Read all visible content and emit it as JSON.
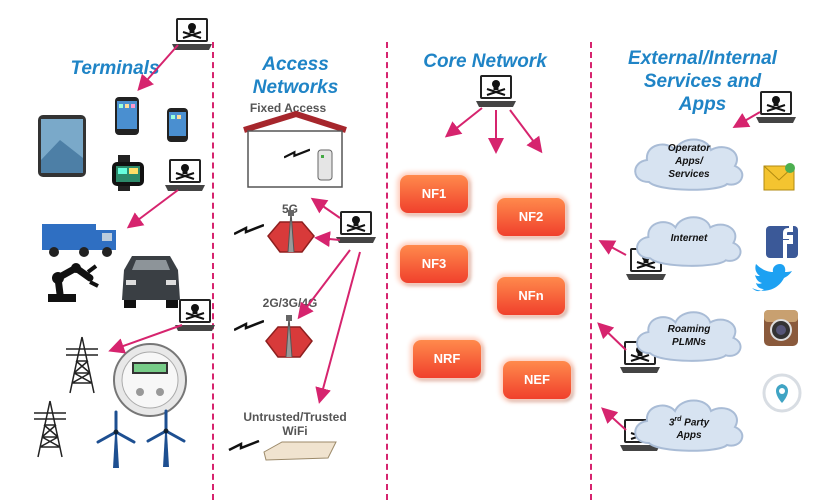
{
  "columns": {
    "terminals": "Terminals",
    "access_1": "Access",
    "access_2": "Networks",
    "core": "Core Network",
    "services_1": "External/Internal",
    "services_2": "Services and",
    "services_3": "Apps"
  },
  "access": {
    "fixed": "Fixed Access",
    "fiveg": "5G",
    "legacy": "2G/3G/4G",
    "wifi_1": "Untrusted/Trusted",
    "wifi_2": "WiFi"
  },
  "network_functions": [
    "NF1",
    "NF2",
    "NF3",
    "NFn",
    "NRF",
    "NEF"
  ],
  "services": {
    "operator_1": "Operator",
    "operator_2": "Apps/",
    "operator_3": "Services",
    "internet": "Internet",
    "roaming_1": "Roaming",
    "roaming_2": "PLMNs",
    "third_1": "3",
    "third_sup": "rd",
    "third_2": " Party",
    "third_3": "Apps"
  },
  "colors": {
    "heading": "#1f84c6",
    "divider": "#d6246e",
    "arrow": "#d6246e",
    "nf_fill": "#f0402c",
    "cell_tower": "#d83a3a"
  },
  "icons": [
    "attacker-laptop-icon",
    "tablet-icon",
    "smartphone-icon",
    "smartwatch-icon",
    "truck-icon",
    "car-icon",
    "robot-arm-icon",
    "power-pylon-icon",
    "smart-meter-icon",
    "wind-turbine-icon",
    "house-icon",
    "router-icon",
    "cell-tower-icon",
    "cloud-icon",
    "email-icon",
    "facebook-icon",
    "twitter-icon",
    "instagram-icon",
    "periscope-icon"
  ]
}
